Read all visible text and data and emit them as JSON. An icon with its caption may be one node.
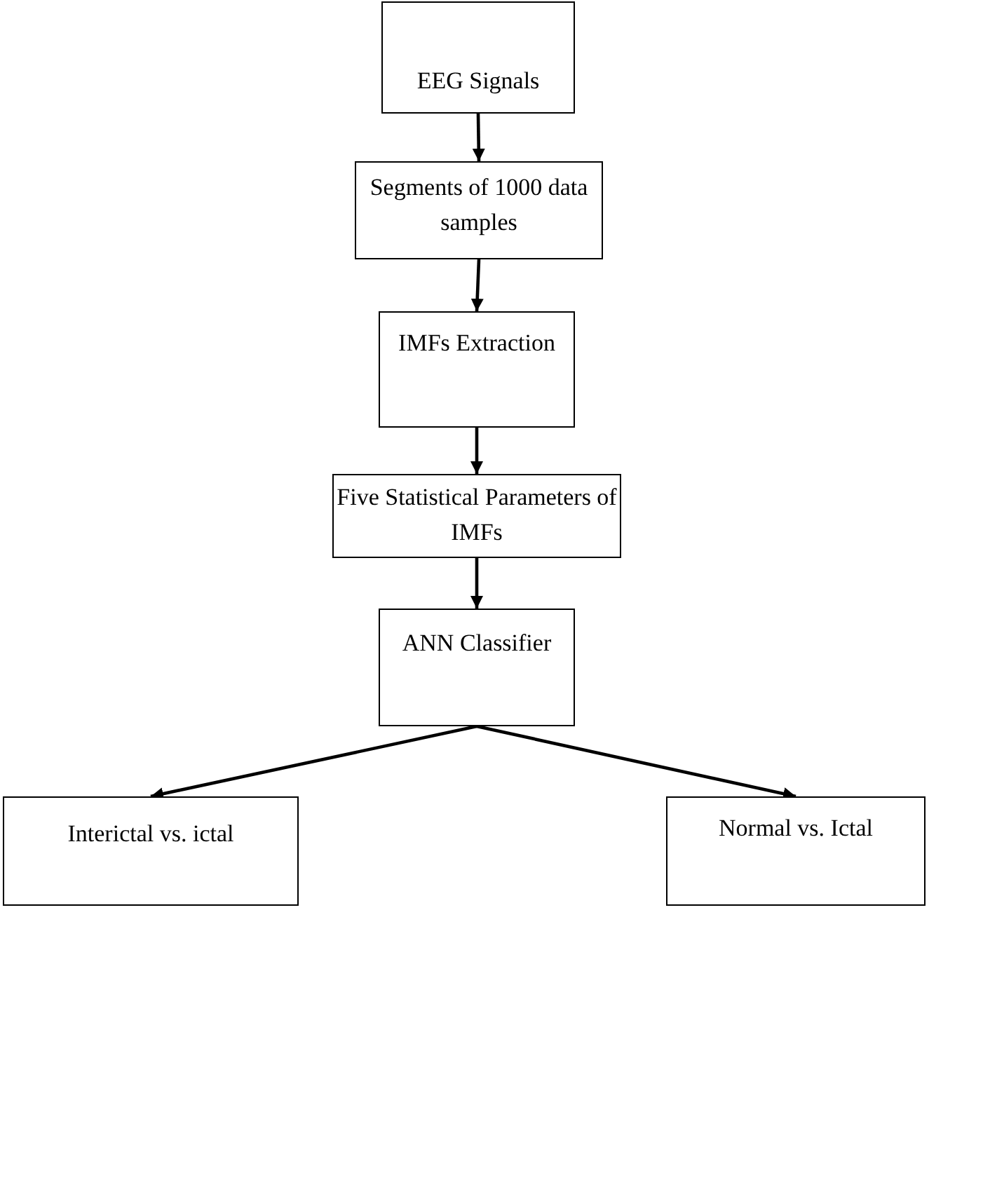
{
  "diagram": {
    "nodes": [
      {
        "text": [
          "EEG Signals"
        ]
      },
      {
        "text": [
          "Segments of 1000 data samples"
        ]
      },
      {
        "text": [
          "IMFs Extraction"
        ]
      },
      {
        "text": [
          "Five Statistical Parameters of IMFs"
        ]
      },
      {
        "text": [
          "ANN Classifier"
        ]
      },
      {
        "text": [
          "Interictal vs. ictal"
        ]
      },
      {
        "text": [
          "Normal vs. Ictal"
        ]
      }
    ],
    "edges": [
      {
        "from": 0,
        "to": 1,
        "arrow": "to"
      },
      {
        "from": 1,
        "to": 2,
        "arrow": "to"
      },
      {
        "from": 2,
        "to": 3,
        "arrow": "to"
      },
      {
        "from": 3,
        "to": 4,
        "arrow": "to"
      },
      {
        "from": 4,
        "to": 5,
        "arrow": "to"
      },
      {
        "from": 4,
        "to": 6,
        "arrow": "to"
      }
    ]
  }
}
